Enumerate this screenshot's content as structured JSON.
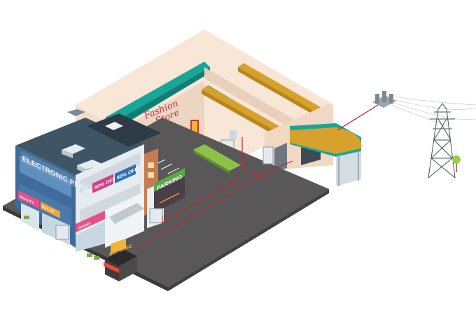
{
  "signs": {
    "electronic_plaza": "ELECTRONIC PLAZA",
    "sale_1": "50% OFF",
    "sale_2": "50% OFF",
    "parking": "PARKING",
    "fashion_line1": "Fashion",
    "fashion_line2": "Store",
    "beauty": "BEAUTY",
    "salon": "SALON",
    "shoes": "SHOES",
    "hot_dogs": "HOT DOGS"
  },
  "colors": {
    "roof_cream": "#f8e6d6",
    "accent_teal": "#16a79a",
    "canopy_gold": "#d7a12e",
    "asphalt": "#5a5758",
    "building_blue": "#3e6b9b",
    "power_line": "#c0262c",
    "grass": "#8bc34a"
  }
}
